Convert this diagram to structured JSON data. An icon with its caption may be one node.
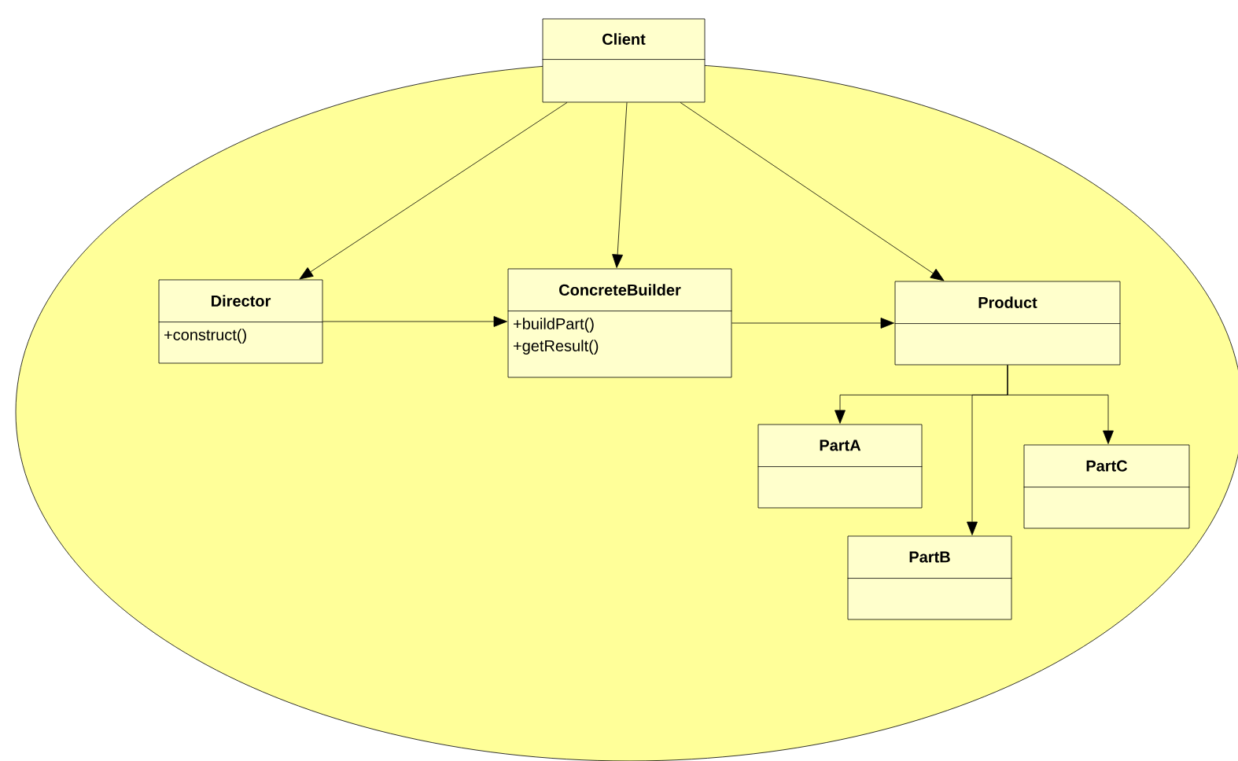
{
  "diagram": {
    "nodes": [
      {
        "text": [],
        "shape": "ellipse"
      },
      {
        "text": [
          "Client"
        ]
      },
      {
        "text": [
          "Director",
          "+construct()"
        ],
        "in": 0
      },
      {
        "text": [
          "ConcreteBuilder",
          "+buildPart()",
          "+getResult()"
        ],
        "in": 0
      },
      {
        "text": [
          "Product"
        ],
        "in": 0
      },
      {
        "text": [
          "PartA"
        ],
        "in": 0
      },
      {
        "text": [
          "PartB"
        ],
        "in": 0
      },
      {
        "text": [
          "PartC"
        ],
        "in": 0
      }
    ],
    "edges": [
      {
        "from": 1,
        "to": 2,
        "arrow": "to"
      },
      {
        "from": 1,
        "to": 3,
        "arrow": "to"
      },
      {
        "from": 1,
        "to": 4,
        "arrow": "to"
      },
      {
        "from": 2,
        "to": 3,
        "arrow": "to"
      },
      {
        "from": 3,
        "to": 4,
        "arrow": "to"
      },
      {
        "from": 4,
        "to": 5,
        "arrow": "to"
      },
      {
        "from": 4,
        "to": 6,
        "arrow": "to"
      },
      {
        "from": 4,
        "to": 7,
        "arrow": "to"
      }
    ]
  }
}
